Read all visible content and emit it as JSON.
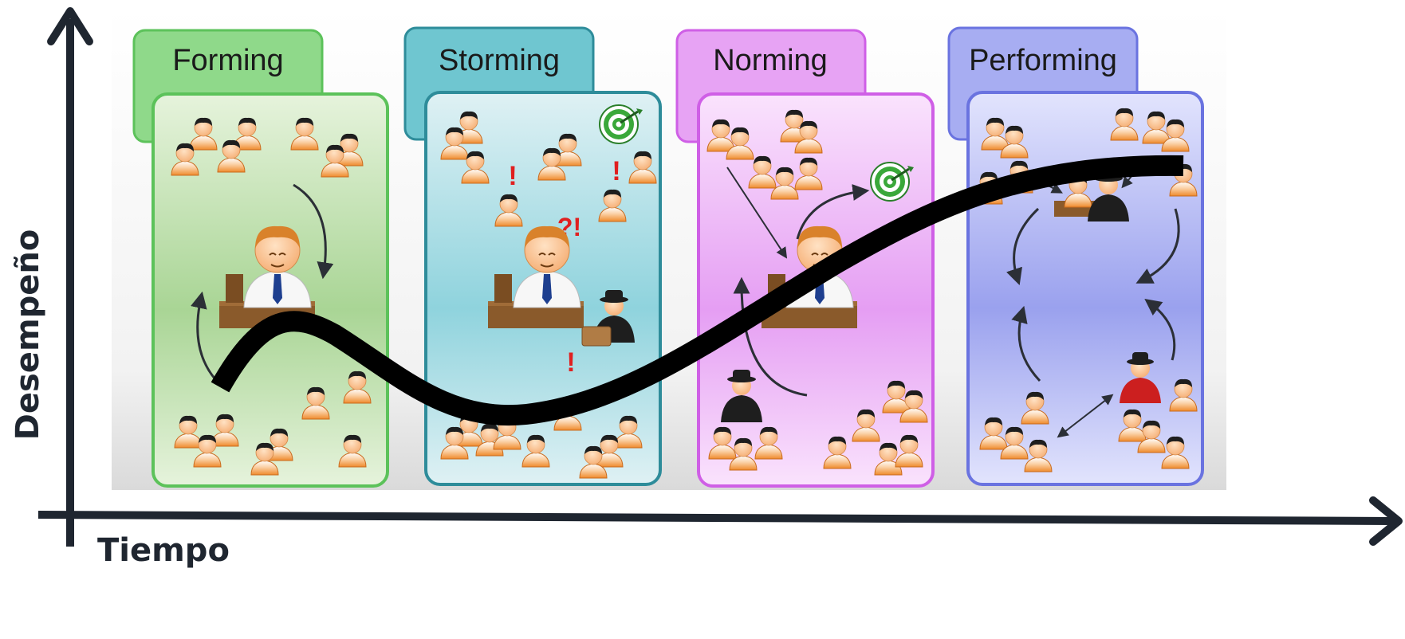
{
  "axes": {
    "y_label": "Desempeño",
    "x_label": "Tiempo"
  },
  "stages": [
    {
      "label": "Forming",
      "color": "#5cc25a",
      "tab_color": "#8fd98a",
      "panel_light": "#e6f3dc",
      "panel_dark": "#a9d595"
    },
    {
      "label": "Storming",
      "color": "#2e8c9a",
      "tab_color": "#6fc6d0",
      "panel_light": "#dff1f4",
      "panel_dark": "#8fd3dd"
    },
    {
      "label": "Norming",
      "color": "#cf5fe6",
      "tab_color": "#e7a3f4",
      "panel_light": "#fae3fd",
      "panel_dark": "#e59ef3"
    },
    {
      "label": "Performing",
      "color": "#6a73e0",
      "tab_color": "#a7adf2",
      "panel_light": "#e2e4fd",
      "panel_dark": "#9aa1ee"
    }
  ],
  "storming_marks": {
    "exclaim": "!",
    "interrobang": "?!"
  },
  "colors": {
    "axis": "#1f2630",
    "curve": "#000000",
    "person_body": "#f08a2c",
    "person_hair": "#1e1e1e",
    "manager_hair": "#d9822b",
    "desk": "#8a5a2b",
    "target_green": "#3aa83a"
  }
}
